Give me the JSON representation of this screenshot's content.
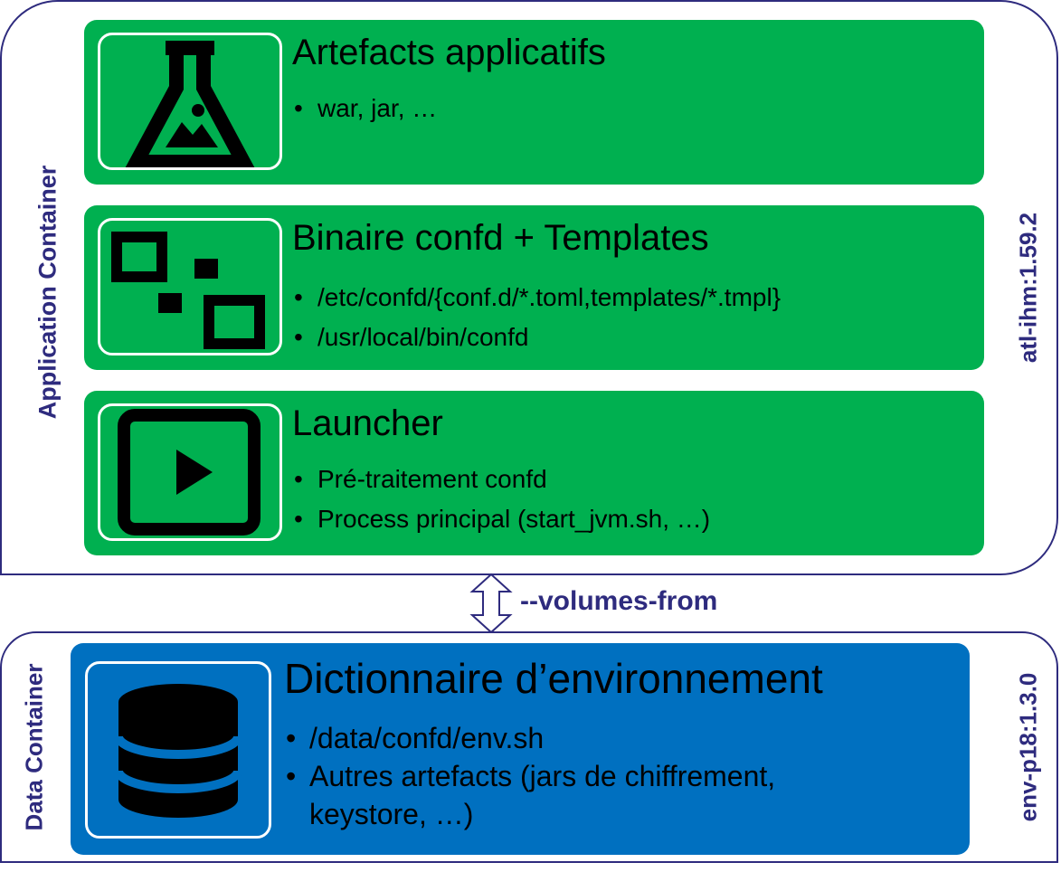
{
  "application_container": {
    "label": "Application Container",
    "tag": "atl-ihm:1.59.2",
    "cards": [
      {
        "title": "Artefacts applicatifs",
        "icon": "flask-icon",
        "bullets": [
          "war, jar, …"
        ]
      },
      {
        "title": "Binaire confd + Templates",
        "icon": "squares-icon",
        "bullets": [
          "/etc/confd/{conf.d/*.toml,templates/*.tmpl}",
          "/usr/local/bin/confd"
        ]
      },
      {
        "title": "Launcher",
        "icon": "play-icon",
        "bullets": [
          "Pré-traitement confd",
          "Process principal (start_jvm.sh, …)"
        ]
      }
    ]
  },
  "connector": {
    "label": "--volumes-from",
    "icon": "double-arrow-icon"
  },
  "data_container": {
    "label": "Data Container",
    "tag": "env-p18:1.3.0",
    "card": {
      "title": "Dictionnaire d’environnement",
      "icon": "database-icon",
      "bullets": [
        "/data/confd/env.sh",
        "Autres artefacts (jars de chiffrement,",
        "keystore, …)"
      ]
    }
  },
  "colors": {
    "green_card": "#00b050",
    "blue_card": "#0070c0",
    "frame_and_labels": "#2e2b7e"
  }
}
